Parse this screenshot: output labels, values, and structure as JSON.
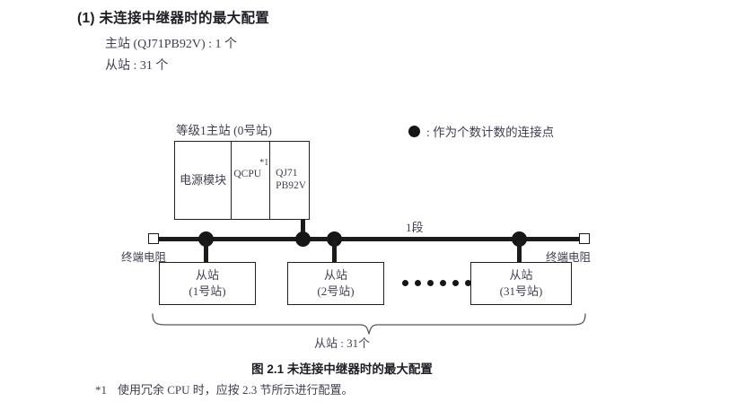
{
  "heading": {
    "number": "(1)",
    "title": "(1) 未连接中继器时的最大配置",
    "master_count_line": "主站 (QJ71PB92V) : 1 个",
    "slave_count_line": "从站 : 31 个"
  },
  "legend": {
    "symbol": "filled-circle",
    "text": ": 作为个数计数的连接点"
  },
  "diagram": {
    "master_label": "等级1主站 (0号站)",
    "master_module": {
      "power_supply": "电源模块",
      "cpu": "QCPU",
      "cpu_footnote_mark": "*1",
      "network_module_line1": "QJ71",
      "network_module_line2": "PB92V"
    },
    "segment_label": "1段",
    "terminator_left": "终端电阻",
    "terminator_right": "终端电阻",
    "slaves": [
      {
        "name": "从站",
        "station": "(1号站)"
      },
      {
        "name": "从站",
        "station": "(2号站)"
      },
      {
        "name": "从站",
        "station": "(31号站)"
      }
    ],
    "ellipsis_dot_count": 6,
    "brace_label": "从站 : 31个"
  },
  "caption": "图 2.1  未连接中继器时的最大配置",
  "footnote": {
    "mark": "*1",
    "text": "使用冗余 CPU 时，应按 2.3 节所示进行配置。"
  },
  "colors": {
    "ink": "#3b3b4a",
    "stroke": "#1b1b1b",
    "heading": "#1d1d24",
    "background": "#ffffff"
  }
}
